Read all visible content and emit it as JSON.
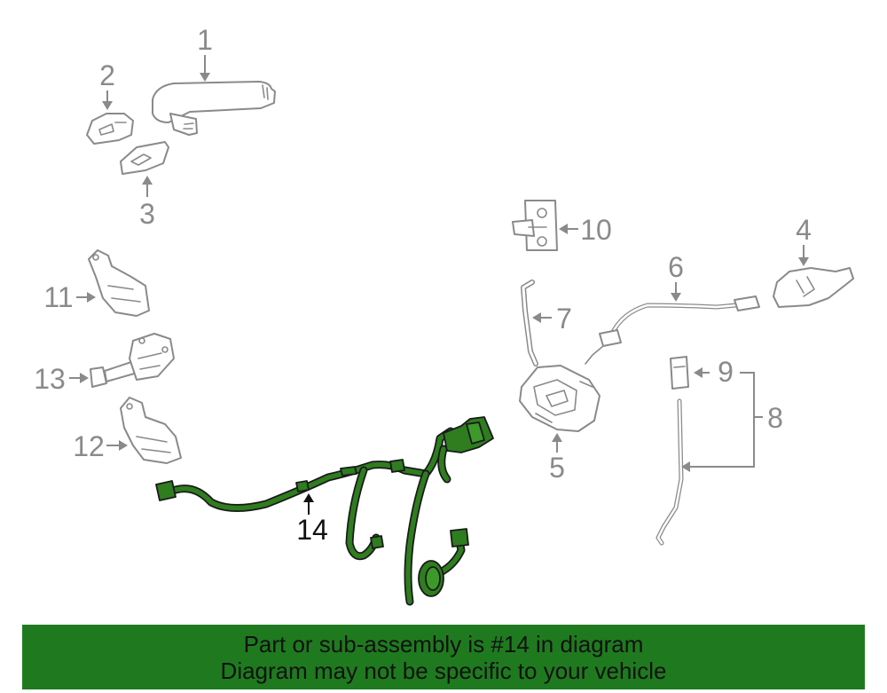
{
  "callouts": {
    "n1": "1",
    "n2": "2",
    "n3": "3",
    "n4": "4",
    "n5": "5",
    "n6": "6",
    "n7": "7",
    "n8": "8",
    "n9": "9",
    "n10": "10",
    "n11": "11",
    "n12": "12",
    "n13": "13",
    "n14": "14"
  },
  "highlight": {
    "part": "14",
    "color": "#2e7d1f"
  },
  "banner": {
    "line1": "Part or sub-assembly is #14 in diagram",
    "line2": "Diagram may not be specific to your vehicle",
    "background": "#1f7a1f"
  }
}
